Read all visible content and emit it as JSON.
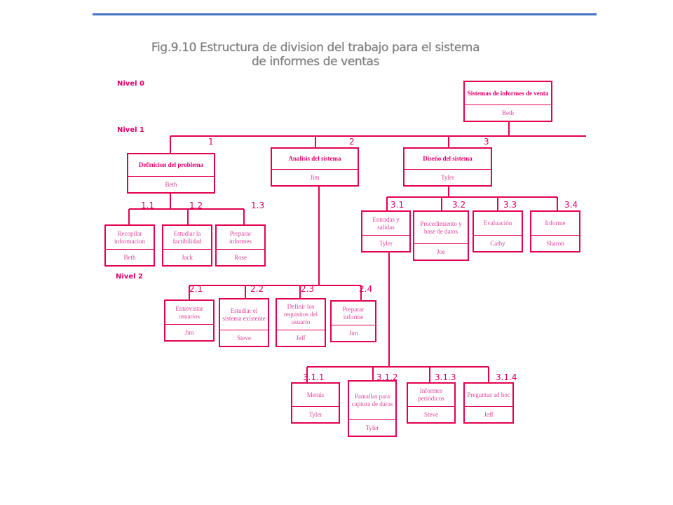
{
  "title": {
    "line1": "Fig.9.10 Estructura de division del trabajo para el sistema",
    "line2": "de informes de ventas"
  },
  "levels": {
    "n0": "Nivel 0",
    "n1": "Nivel 1",
    "n2": "Nivel 2"
  },
  "numbers": {
    "n1": "1",
    "n2": "2",
    "n3": "3",
    "n1_1": "1.1",
    "n1_2": "1.2",
    "n1_3": "1.3",
    "n2_1": "2.1",
    "n2_2": "2.2",
    "n2_3": "2.3",
    "n2_4": "2.4",
    "n3_1": "3.1",
    "n3_2": "3.2",
    "n3_3": "3.3",
    "n3_4": "3.4",
    "n3_1_1": "3.1.1",
    "n3_1_2": "3.1.2",
    "n3_1_3": "3.1.3",
    "n3_1_4": "3.1.4"
  },
  "nodes": {
    "root": {
      "title": "Sistemas de informes de venta",
      "person": "Beth"
    },
    "n1": {
      "title": "Definicion del problema",
      "person": "Beth"
    },
    "n2": {
      "title": "Analisis del sistema",
      "person": "Jim"
    },
    "n3": {
      "title": "Diseño del sistema",
      "person": "Tyler"
    },
    "n1_1": {
      "title": "Recopilar informacion",
      "person": "Beth"
    },
    "n1_2": {
      "title": "Estudiar la factibilidad",
      "person": "Jack"
    },
    "n1_3": {
      "title": "Preparar informes",
      "person": "Rose"
    },
    "n2_1": {
      "title": "Entrevistar usuarios",
      "person": "Jim"
    },
    "n2_2": {
      "title": "Estudiar el sistema existente",
      "person": "Steve"
    },
    "n2_3": {
      "title": "Definir los requisitos del usuario",
      "person": "Jeff"
    },
    "n2_4": {
      "title": "Preparar informe",
      "person": "Jim"
    },
    "n3_1": {
      "title": "Entradas y salidas",
      "person": "Tyler"
    },
    "n3_2": {
      "title": "Procedimiento y base de datos",
      "person": "Joe"
    },
    "n3_3": {
      "title": "Evaluación",
      "person": "Cathy"
    },
    "n3_4": {
      "title": "Informe",
      "person": "Sharon"
    },
    "n3_1_1": {
      "title": "Menús",
      "person": "Tyler"
    },
    "n3_1_2": {
      "title": "Pantallas para captura de datos",
      "person": "Tyler"
    },
    "n3_1_3": {
      "title": "Informes periódicos",
      "person": "Steve"
    },
    "n3_1_4": {
      "title": "Preguntas ad hoc",
      "person": "Jeff"
    }
  }
}
